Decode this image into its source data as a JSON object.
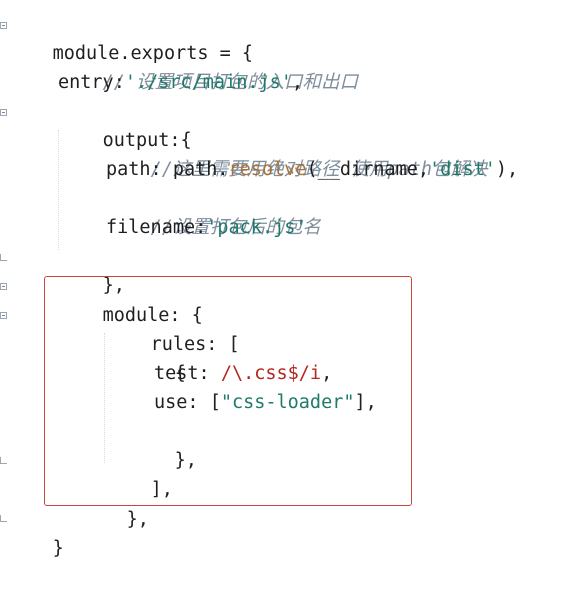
{
  "code": {
    "l1": "module.exports = {",
    "l2": "// 设置项目打包的入口和出口",
    "l3_key": "entry:",
    "l3_str": "'./src/main.js'",
    "l3_end": ",",
    "l4": "output:{",
    "l5": "//这里需要用绝对路径 使用path包解决",
    "l6_a": "path: path.",
    "l6_fn": "resolve",
    "l6_b": "(__dirname,",
    "l6_str": "'dist'",
    "l6_c": "),",
    "l7": "//设置打包后的包名",
    "l8_key": "filename:",
    "l8_str": "'pack.js'",
    "l9": "},",
    "l10": "module: {",
    "l11": "rules: [",
    "l12": "{",
    "l13_key": "test: ",
    "l13_regex": "/\\.css$/i",
    "l13_end": ",",
    "l14_key": "use: [",
    "l14_str": "\"css-loader\"",
    "l14_end": "],",
    "l15": "},",
    "l16": "],",
    "l17": "},",
    "l18": "}"
  },
  "colors": {
    "comment": "#7f8e9d",
    "string": "#1f7a6b",
    "function": "#a8733a",
    "regex": "#b3261e",
    "highlight_border": "#c9463d"
  }
}
